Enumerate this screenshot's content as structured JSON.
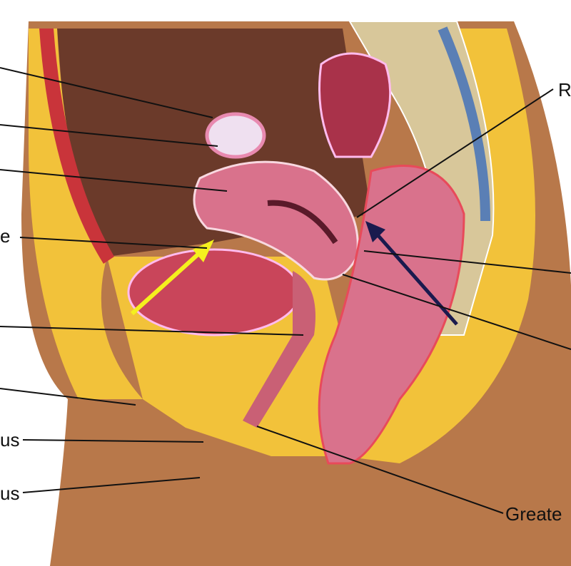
{
  "labels": {
    "left_e": "e",
    "left_us_1": "us",
    "left_us_2": "us",
    "right_r": "R",
    "right_greate": "Greate"
  },
  "colors": {
    "skin": "#b8784a",
    "fat": "#f2c23a",
    "organ": "#d9728c",
    "bone": "#d8c79a",
    "yellow_arrow": "#f5f01e",
    "navy_arrow": "#1a1a4e"
  }
}
